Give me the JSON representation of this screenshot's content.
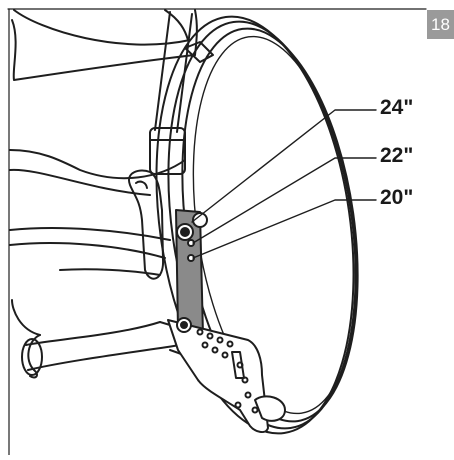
{
  "page": {
    "number": "18"
  },
  "callouts": {
    "top": "24\"",
    "middle": "22\"",
    "bottom": "20\""
  },
  "colors": {
    "line": "#1e1e1e",
    "plate": "#8a8a8a",
    "page_tab": "#9a9a9a"
  }
}
